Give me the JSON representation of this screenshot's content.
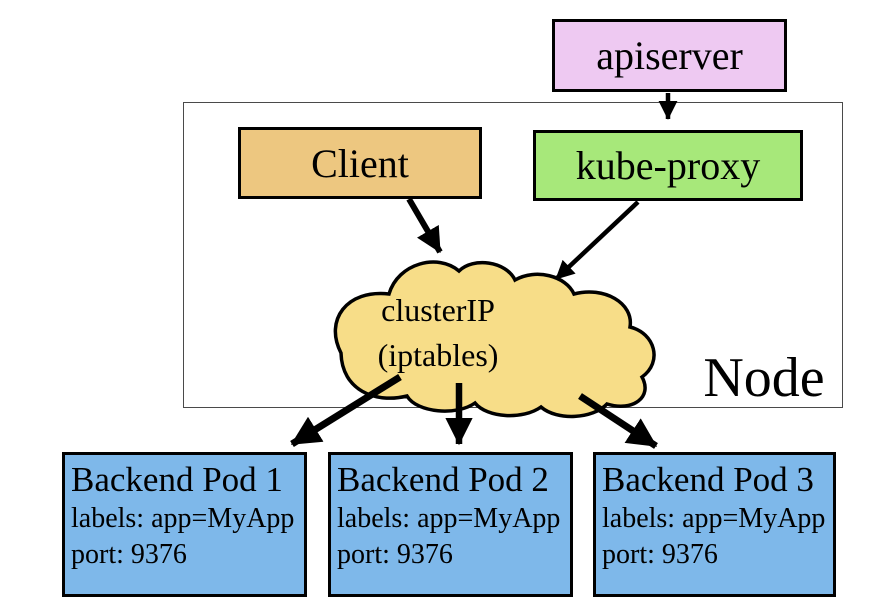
{
  "node_boundary": {
    "label": "Node",
    "border_color": "#4a4a4a"
  },
  "boxes": {
    "apiserver": {
      "label": "apiserver",
      "fill": "#EEC9F2"
    },
    "client": {
      "label": "Client",
      "fill": "#EDC780"
    },
    "kube_proxy": {
      "label": "kube-proxy",
      "fill": "#A7E87A"
    }
  },
  "cloud": {
    "line1": "clusterIP",
    "line2": "(iptables)",
    "fill": "#F7DD88"
  },
  "pods": [
    {
      "title": "Backend Pod 1",
      "labels_line": "labels: app=MyApp",
      "port_line": "port: 9376",
      "fill": "#7EB8EA"
    },
    {
      "title": "Backend Pod 2",
      "labels_line": "labels: app=MyApp",
      "port_line": "port: 9376",
      "fill": "#7EB8EA"
    },
    {
      "title": "Backend Pod 3",
      "labels_line": "labels: app=MyApp",
      "port_line": "port: 9376",
      "fill": "#7EB8EA"
    }
  ],
  "edges": [
    {
      "from": "apiserver",
      "to": "kube-proxy"
    },
    {
      "from": "Client",
      "to": "clusterIP (iptables)"
    },
    {
      "from": "kube-proxy",
      "to": "clusterIP (iptables)"
    },
    {
      "from": "clusterIP (iptables)",
      "to": "Backend Pod 1"
    },
    {
      "from": "clusterIP (iptables)",
      "to": "Backend Pod 2"
    },
    {
      "from": "clusterIP (iptables)",
      "to": "Backend Pod 3"
    }
  ],
  "arrow_color": "#000000"
}
